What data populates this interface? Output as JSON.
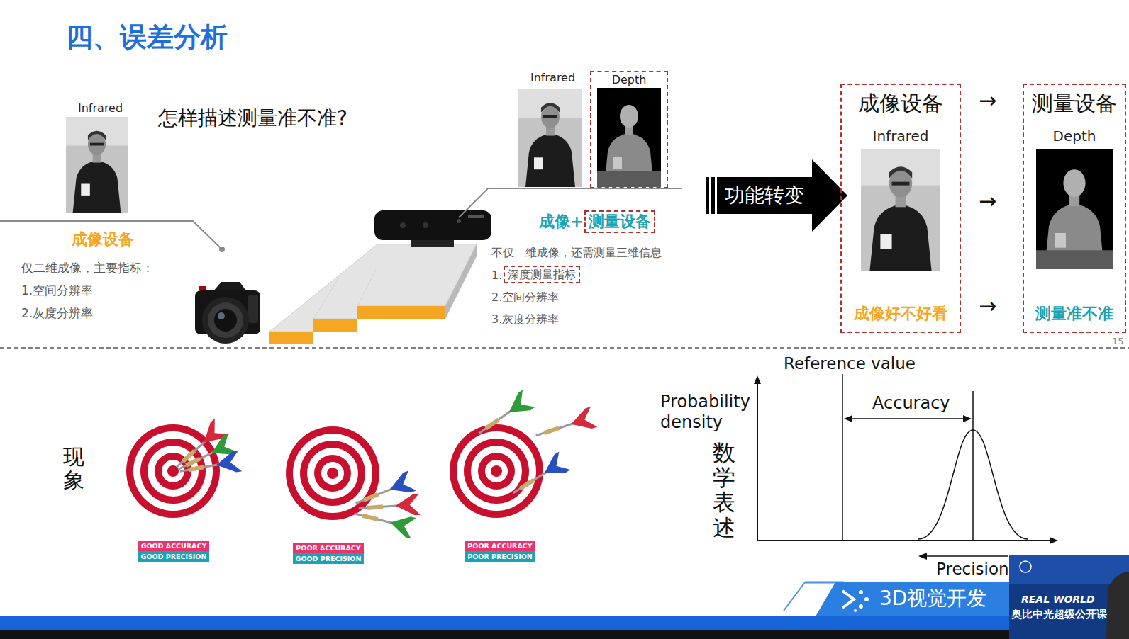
{
  "diagram": {
    "title": "四、误差分析",
    "nodes": [
      {
        "text": [
          "Depth"
        ]
      },
      {
        "text": [
          "功能转变"
        ]
      },
      {
        "text": [
          "成像设备",
          "Infrared",
          "成像好不好看"
        ]
      },
      {
        "text": [
          "测量设备",
          "Depth",
          "测量准不准"
        ]
      },
      {
        "text": [
          "测量设备"
        ]
      },
      {
        "text": [
          "深度测量指标"
        ]
      },
      {
        "text": [
          "GOOD ACCURACY"
        ]
      },
      {
        "text": [
          "GOOD PRECISION"
        ]
      },
      {
        "text": [
          "POOR ACCURACY"
        ]
      },
      {
        "text": [
          "GOOD PRECISION"
        ]
      },
      {
        "text": [
          "POOR ACCURACY"
        ]
      },
      {
        "text": [
          "POOR PRECISION"
        ]
      }
    ],
    "labels": [
      "Infrared",
      "怎样描述测量准不准?",
      "成像设备",
      "仅二维成像，主要指标：",
      "1.空间分辨率",
      "2.灰度分辨率",
      "Infrared",
      "成像+",
      "不仅二维成像，还需测量三维信息",
      "1.",
      "2.空间分辨率",
      "3.灰度分辨率",
      "→",
      "→",
      "→",
      "15",
      "现象",
      "Reference value",
      "Probability density",
      "Accuracy",
      "数学表述",
      "Precision",
      "3D视觉开发",
      "REAL WORLD",
      "奥比中光超级公开课"
    ]
  }
}
